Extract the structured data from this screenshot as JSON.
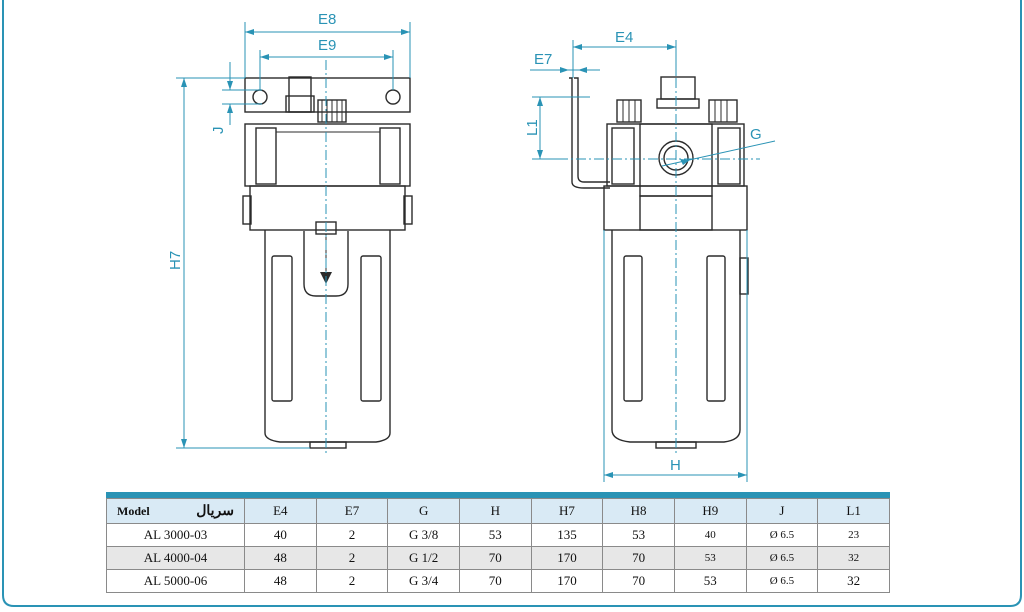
{
  "drawing": {
    "front_view": {
      "labels": {
        "e8": "E8",
        "e9": "E9",
        "j": "J",
        "h7": "H7"
      }
    },
    "side_view": {
      "labels": {
        "e4": "E4",
        "e7": "E7",
        "l1": "L1",
        "g": "G",
        "h": "H"
      }
    }
  },
  "table": {
    "model_header_en": "Model",
    "model_header_fa": "سریال",
    "columns": [
      "E4",
      "E7",
      "G",
      "H",
      "H7",
      "H8",
      "H9",
      "J",
      "L1"
    ],
    "rows": [
      {
        "model": "AL 3000-03",
        "cells": [
          "40",
          "2",
          "G 3/8",
          "53",
          "135",
          "53",
          "40",
          "Ø 6.5",
          "23"
        ]
      },
      {
        "model": "AL 4000-04",
        "cells": [
          "48",
          "2",
          "G 1/2",
          "70",
          "170",
          "70",
          "53",
          "Ø 6.5",
          "32"
        ]
      },
      {
        "model": "AL 5000-06",
        "cells": [
          "48",
          "2",
          "G 3/4",
          "70",
          "170",
          "70",
          "53",
          "Ø 6.5",
          "32"
        ]
      }
    ]
  },
  "colors": {
    "accent": "#2a93b5",
    "header_bg": "#d9eaf5",
    "alt_row_bg": "#e7e7e7",
    "line": "#2b2b2b"
  }
}
